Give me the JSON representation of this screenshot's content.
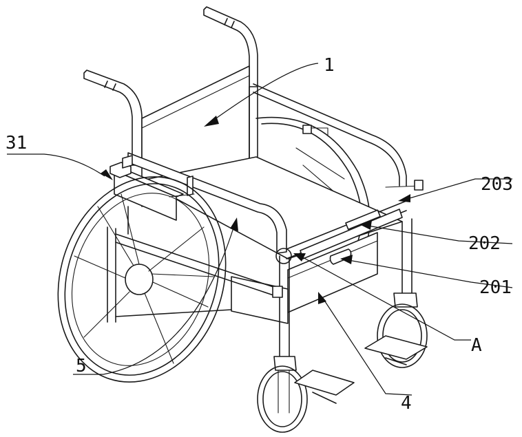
{
  "labels": {
    "l1": "1",
    "l31": "31",
    "l203": "203",
    "l202": "202",
    "l201": "201",
    "lA": "A",
    "l4": "4",
    "l5": "5"
  }
}
